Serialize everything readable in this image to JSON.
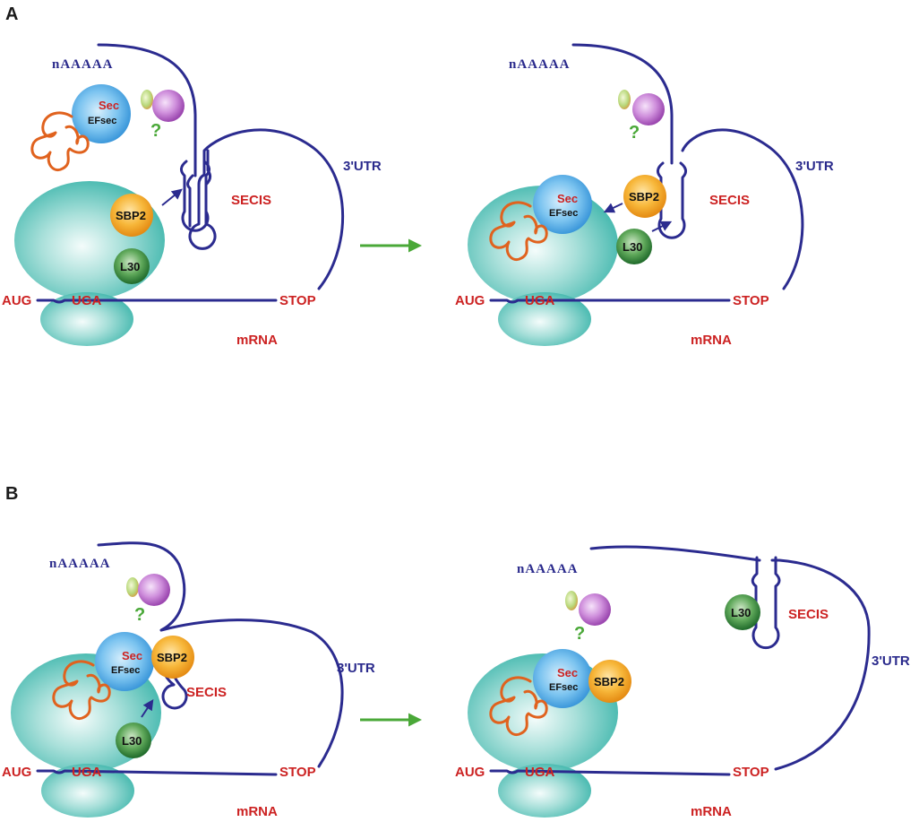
{
  "panels": [
    {
      "label": "A",
      "left": {
        "polyA": "nAAAAA",
        "sec": "Sec",
        "efsec": "EFsec",
        "sbp2": "SBP2",
        "l30": "L30",
        "question": "?",
        "secis": "SECIS",
        "utr": "3'UTR",
        "aug": "AUG",
        "uga": "UGA",
        "stop": "STOP",
        "mrna": "mRNA"
      },
      "right": {
        "polyA": "nAAAAA",
        "sec": "Sec",
        "efsec": "EFsec",
        "sbp2": "SBP2",
        "l30": "L30",
        "question": "?",
        "secis": "SECIS",
        "utr": "3'UTR",
        "aug": "AUG",
        "uga": "UGA",
        "stop": "STOP",
        "mrna": "mRNA"
      }
    },
    {
      "label": "B",
      "left": {
        "polyA": "nAAAAA",
        "sec": "Sec",
        "efsec": "EFsec",
        "sbp2": "SBP2",
        "l30": "L30",
        "question": "?",
        "secis": "SECIS",
        "utr": "3'UTR",
        "aug": "AUG",
        "uga": "UGA",
        "stop": "STOP",
        "mrna": "mRNA"
      },
      "right": {
        "polyA": "nAAAAA",
        "sec": "Sec",
        "efsec": "EFsec",
        "sbp2": "SBP2",
        "l30": "L30",
        "question": "?",
        "secis": "SECIS",
        "utr": "3'UTR",
        "aug": "AUG",
        "uga": "UGA",
        "stop": "STOP",
        "mrna": "mRNA"
      }
    }
  ],
  "colors": {
    "ribosome": "#3fb6ac",
    "rna": "#2b2b8f",
    "label_red": "#cc2222",
    "trna": "#e0621e",
    "efsec": "#3a9ee0",
    "sbp2": "#f2a81e",
    "l30": "#2f8a3a",
    "unknown_factor": "#b65cc8",
    "small_factor": "#8fc25a",
    "transition_arrow": "#4aa838"
  }
}
